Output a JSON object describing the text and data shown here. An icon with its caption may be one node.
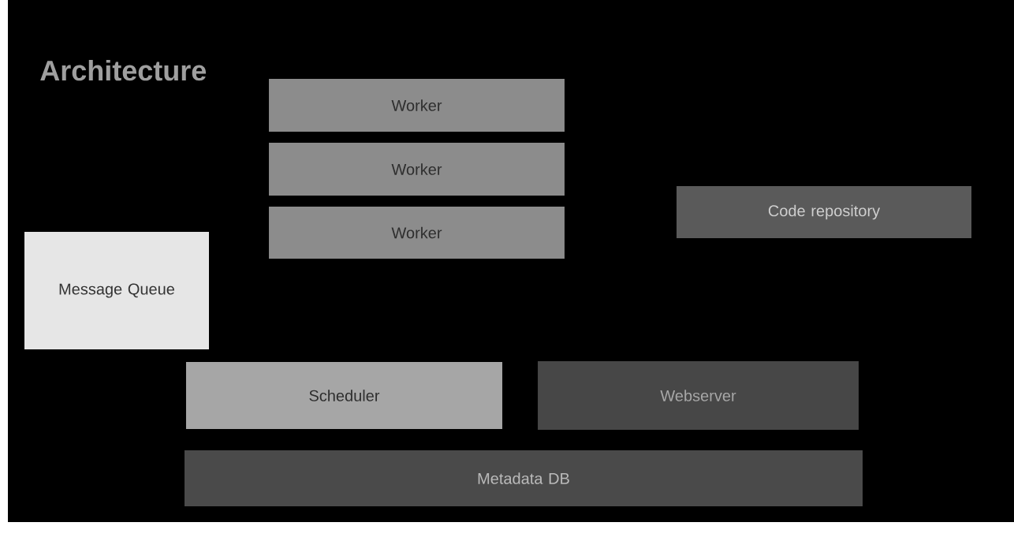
{
  "diagram": {
    "title": "Architecture",
    "nodes": [
      {
        "text": [
          "Worker"
        ]
      },
      {
        "text": [
          "Worker"
        ]
      },
      {
        "text": [
          "Worker"
        ]
      },
      {
        "text": [
          "Code repository"
        ]
      },
      {
        "text": [
          "Message Queue"
        ]
      },
      {
        "text": [
          "Scheduler"
        ]
      },
      {
        "text": [
          "Webserver"
        ]
      },
      {
        "text": [
          "Metadata DB"
        ]
      }
    ]
  }
}
